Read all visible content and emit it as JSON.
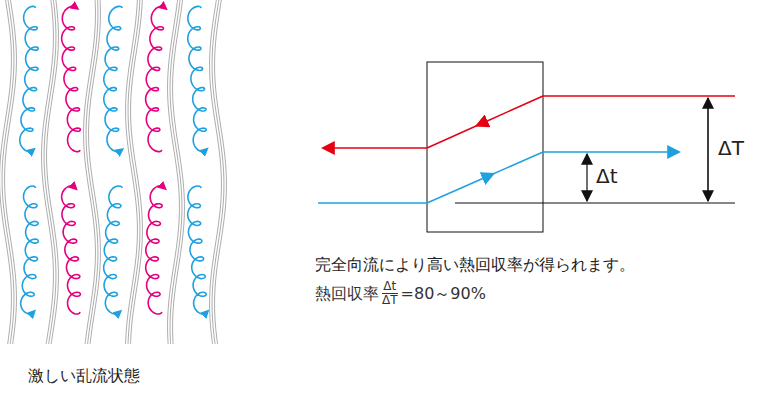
{
  "diagram": {
    "caption": "激しい乱流状態",
    "labels": [
      "ΔT",
      "Δt",
      "完全向流により高い熱回収率が得られます。",
      "熱回収率",
      "Δt",
      "ΔT",
      "=80～90%"
    ]
  }
}
